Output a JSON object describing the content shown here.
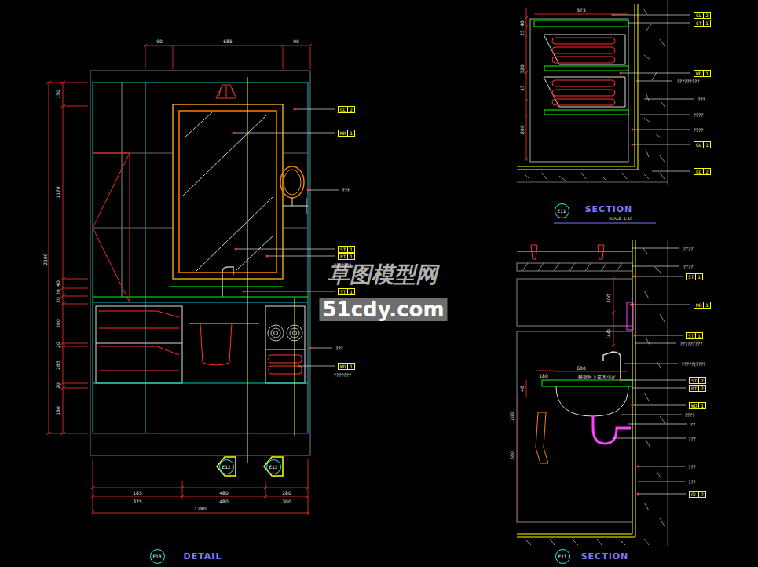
{
  "diagram": {
    "nodes": [
      {
        "text": [
          "GL",
          "2"
        ]
      },
      {
        "text": [
          "MR",
          "1"
        ]
      },
      {
        "text": [
          "ST",
          "1"
        ]
      },
      {
        "text": [
          "PT",
          "1"
        ]
      },
      {
        "text": [
          "ST",
          "1"
        ]
      },
      {
        "text": [
          "WD",
          "1"
        ]
      },
      {
        "text": [
          "E12"
        ]
      },
      {
        "text": [
          "E12"
        ]
      },
      {
        "text": [
          "GL",
          "2"
        ]
      },
      {
        "text": [
          "ST",
          "1"
        ]
      },
      {
        "text": [
          "WD",
          "1"
        ]
      },
      {
        "text": [
          "GL",
          "1"
        ]
      },
      {
        "text": [
          "GL",
          "2"
        ]
      },
      {
        "text": [
          "E11"
        ]
      },
      {
        "text": [
          "ST",
          "1"
        ]
      },
      {
        "text": [
          "MR",
          "1"
        ]
      },
      {
        "text": [
          "ST",
          "1"
        ]
      },
      {
        "text": [
          "ST",
          "2"
        ]
      },
      {
        "text": [
          "PT",
          "2"
        ]
      },
      {
        "text": [
          "WD",
          "1"
        ]
      },
      {
        "text": [
          "GL",
          "2"
        ]
      },
      {
        "text": [
          "E10"
        ]
      },
      {
        "text": [
          "E11"
        ]
      }
    ],
    "labels": [
      "90",
      "685",
      "90",
      "150",
      "1170",
      "2100",
      "40",
      "20",
      "20",
      "200",
      "20",
      "285",
      "20",
      "180",
      "185",
      "480",
      "280",
      "375",
      "480",
      "300",
      "1280",
      "???",
      "???????",
      "???",
      "???????",
      "草图模型网",
      "51cdy.com",
      "575",
      "40",
      "25",
      "320",
      "15",
      "200",
      "?????????",
      "???",
      "????",
      "????",
      "SECTION",
      "SCALE: 1:10",
      "????",
      "????",
      "100",
      "(44)",
      "?????????",
      "?????(????",
      "600",
      "180",
      "根据台下盆大小定",
      "40",
      "200",
      "580",
      "????",
      "??",
      "???",
      "???",
      "???",
      "DETAIL",
      "SECTION"
    ]
  }
}
